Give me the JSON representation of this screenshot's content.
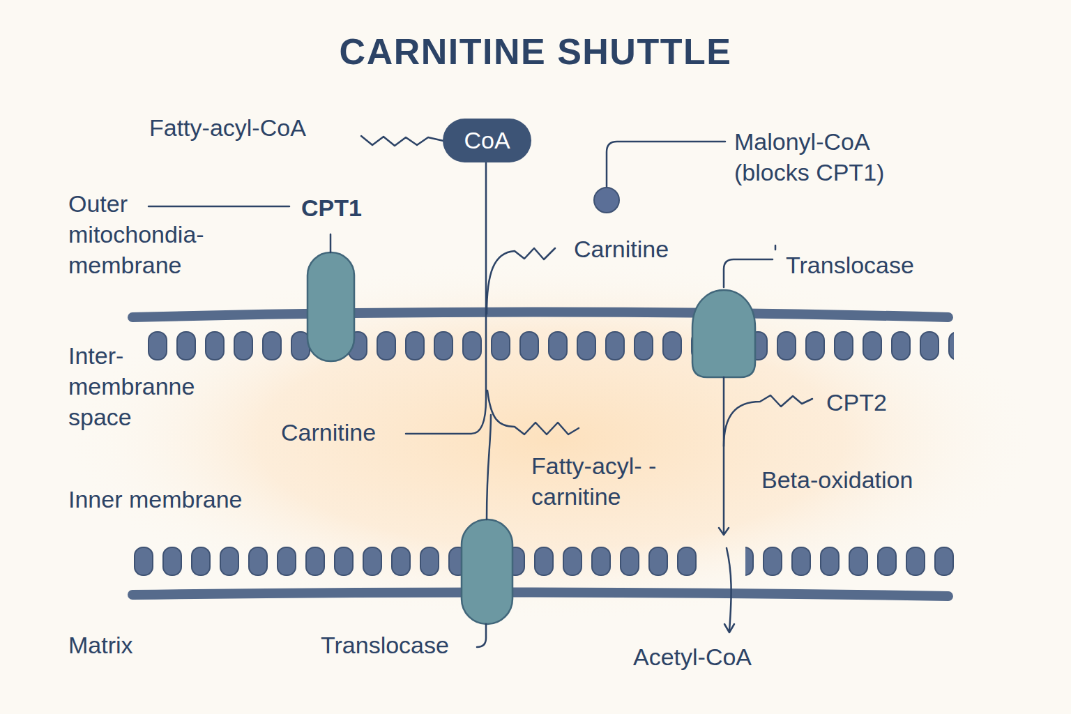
{
  "diagram": {
    "title": "CARNITINE SHUTTLE",
    "nodes": [
      {
        "text": [
          "CoA"
        ]
      }
    ],
    "labels": [
      "Fatty-acyl-CoA",
      "Malonyl-CoA (blocks CPT1)",
      "Outer mitochondia- membrane",
      "CPT1",
      "Carnitine",
      "Translocase",
      "Inter- membranne space",
      "Carnitine",
      "CPT2",
      "Fatty-acyl- -carnitine",
      "Beta-oxidation",
      "Inner membrane",
      "Matrix",
      "Translocase",
      "Acetyl-CoA"
    ]
  }
}
